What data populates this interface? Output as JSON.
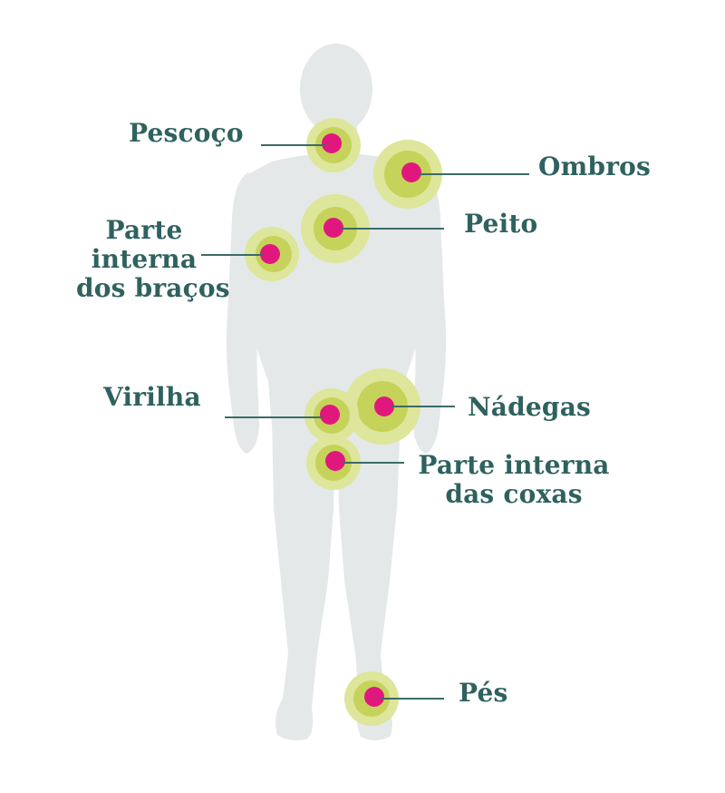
{
  "colors": {
    "body": "#e4e8e9",
    "ring_outer": "#dde69a",
    "ring_inner": "#c5d35a",
    "dot": "#e0187d",
    "leader": "#3c6b69",
    "text": "#2f625f"
  },
  "labels": {
    "pescoco": "Pescoço",
    "ombros": "Ombros",
    "peito": "Peito",
    "bracos": [
      "Parte",
      "interna",
      "dos braços"
    ],
    "virilha": "Virilha",
    "nadegas": "Nádegas",
    "coxas": [
      "Parte interna",
      "das coxas"
    ],
    "pes": "Pés"
  }
}
